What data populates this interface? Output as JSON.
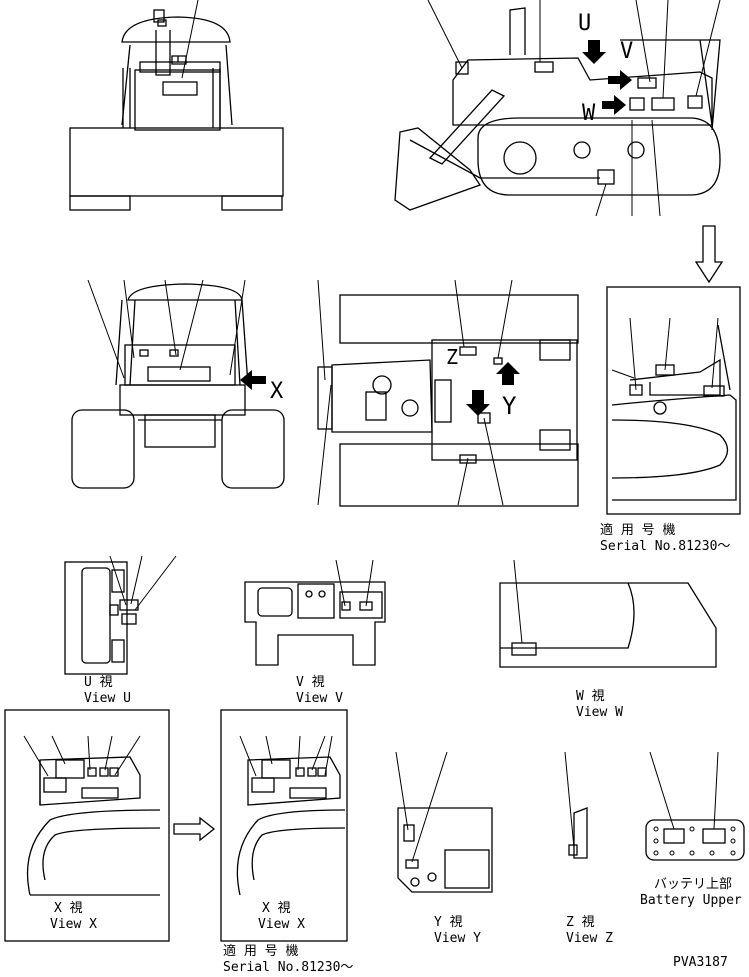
{
  "labels": {
    "arrow_u": "U",
    "arrow_v": "V",
    "arrow_w": "W",
    "arrow_x": "X",
    "arrow_y": "Y",
    "arrow_z": "Z",
    "serial_jp_1": "適 用 号 機",
    "serial_en_1": "Serial No.81230～",
    "serial_jp_2": "適 用 号 機",
    "serial_en_2": "Serial No.81230～",
    "view_u_jp": "U  視",
    "view_u_en": "View U",
    "view_v_jp": "V  視",
    "view_v_en": "View V",
    "view_w_jp": "W  視",
    "view_w_en": "View W",
    "view_x1_jp": "X  視",
    "view_x1_en": "View X",
    "view_x2_jp": "X  視",
    "view_x2_en": "View X",
    "view_y_jp": "Y  視",
    "view_y_en": "View Y",
    "view_z_jp": "Z  視",
    "view_z_en": "View Z",
    "battery_jp": "バッテリ上部",
    "battery_en": "Battery Upper",
    "drawing_code": "PVA3187"
  }
}
